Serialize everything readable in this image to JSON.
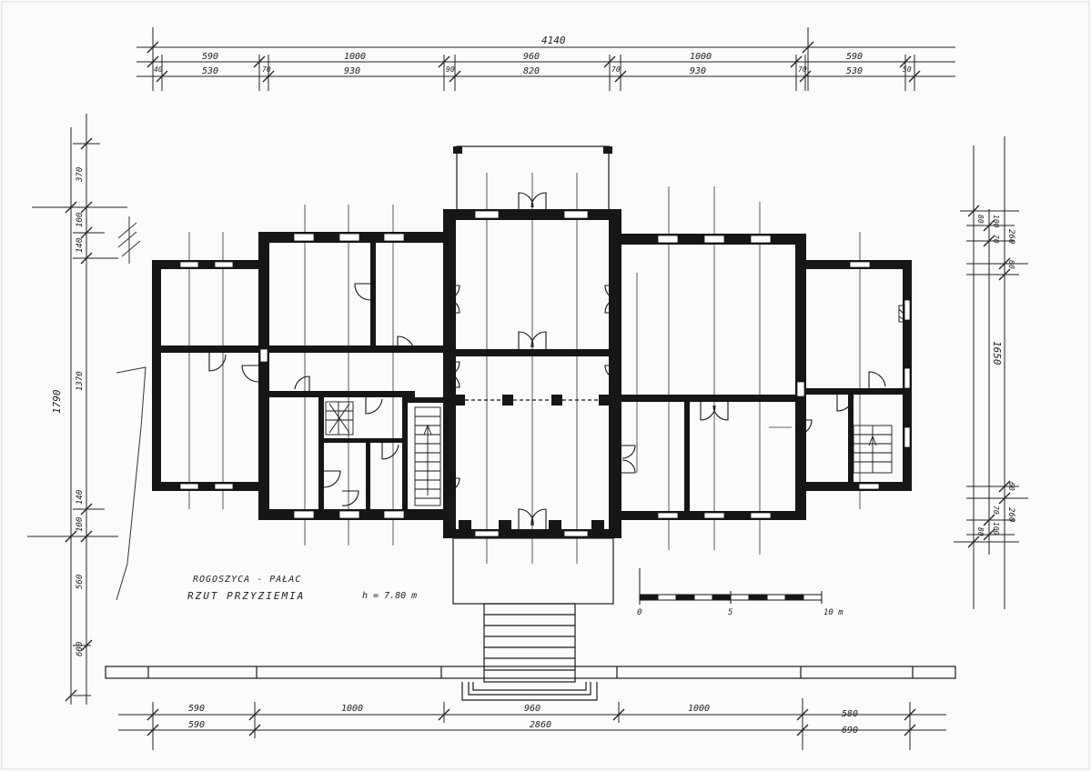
{
  "title": "ROGOSZYCA - PAŁAC",
  "subtitle": "RZUT PRZYZIEMIA",
  "height_note": "h = 7.80 m",
  "scale": {
    "labels": [
      "0",
      "5",
      "10 m"
    ]
  },
  "dims": {
    "top_total": "4140",
    "top_row1": [
      "590",
      "1000",
      "960",
      "1000",
      "590"
    ],
    "top_row2": [
      "40",
      "530",
      "70",
      "930",
      "90",
      "820",
      "70",
      "930",
      "70",
      "530",
      "50"
    ],
    "bottom_row1": [
      "590",
      "1000",
      "960",
      "1000",
      "580"
    ],
    "bottom_row2": [
      "590",
      "2860",
      "690"
    ],
    "left_total": "1790",
    "left_parts": [
      "370",
      "100",
      "140",
      "1370",
      "140",
      "100",
      "560",
      "600"
    ],
    "right_total": "1650",
    "right_parts": [
      "80",
      "100",
      "70",
      "260",
      "60",
      "60",
      "260",
      "70",
      "100",
      "80"
    ]
  },
  "colors": {
    "ink": "#161616",
    "paper": "#fbfbf9",
    "pencil": "#2a2a2a"
  }
}
